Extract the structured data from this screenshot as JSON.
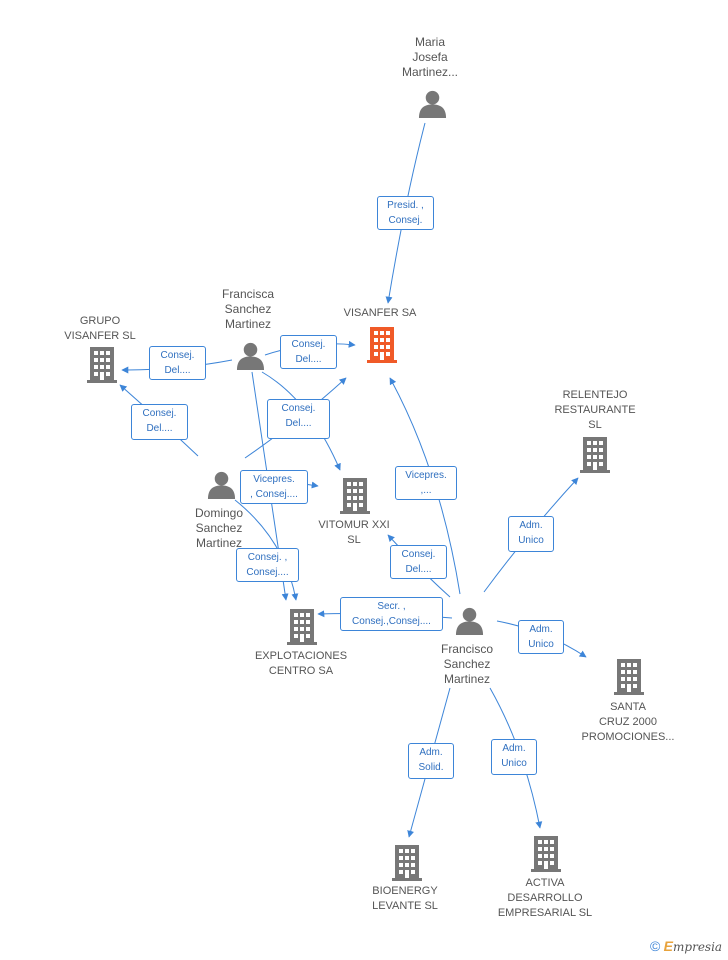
{
  "colors": {
    "edge": "#3d85d8",
    "node": "#777777",
    "focus": "#f05a28"
  },
  "nodes": {
    "maria": {
      "lines": [
        "Maria",
        "Josefa",
        "Martinez..."
      ],
      "type": "person-icon"
    },
    "francisca": {
      "lines": [
        "Francisca",
        "Sanchez",
        "Martinez"
      ],
      "type": "person-icon"
    },
    "domingo": {
      "lines": [
        "Domingo",
        "Sanchez",
        "Martinez"
      ],
      "type": "person-icon"
    },
    "francisco": {
      "lines": [
        "Francisco",
        "Sanchez",
        "Martinez"
      ],
      "type": "person-icon"
    },
    "visanfer": {
      "lines": [
        "VISANFER SA"
      ],
      "type": "building-icon"
    },
    "grupo": {
      "lines": [
        "GRUPO",
        "VISANFER SL"
      ],
      "type": "building-icon"
    },
    "vitomur": {
      "lines": [
        "VITOMUR XXI",
        "SL"
      ],
      "type": "building-icon"
    },
    "explotaciones": {
      "lines": [
        "EXPLOTACIONES",
        "CENTRO SA"
      ],
      "type": "building-icon"
    },
    "relentejo": {
      "lines": [
        "RELENTEJO",
        "RESTAURANTE",
        "SL"
      ],
      "type": "building-icon"
    },
    "santa": {
      "lines": [
        "SANTA",
        "CRUZ 2000",
        "PROMOCIONES..."
      ],
      "type": "building-icon"
    },
    "bioenergy": {
      "lines": [
        "BIOENERGY",
        "LEVANTE SL"
      ],
      "type": "building-icon"
    },
    "activa": {
      "lines": [
        "ACTIVA",
        "DESARROLLO",
        "EMPRESARIAL SL"
      ],
      "type": "building-icon"
    }
  },
  "edges": [
    {
      "id": "maria-visanfer",
      "lines": [
        "Presid. ,",
        "Consej."
      ]
    },
    {
      "id": "francisca-grupo",
      "lines": [
        "Consej.",
        "Del...."
      ]
    },
    {
      "id": "francisca-visanfer",
      "lines": [
        "Consej.",
        "Del...."
      ]
    },
    {
      "id": "francisca-vitomur",
      "lines": [
        "Consej.",
        "Del...."
      ]
    },
    {
      "id": "domingo-grupo",
      "lines": [
        "Consej.",
        "Del...."
      ]
    },
    {
      "id": "domingo-vitomur",
      "lines": [
        "Vicepres.",
        ", Consej...."
      ]
    },
    {
      "id": "domingo-explotaciones",
      "lines": [
        "Consej. ,",
        "Consej...."
      ]
    },
    {
      "id": "francisco-visanfer",
      "lines": [
        "Vicepres.",
        ",..."
      ]
    },
    {
      "id": "francisco-vitomur",
      "lines": [
        "Consej.",
        "Del...."
      ]
    },
    {
      "id": "francisco-explotaciones",
      "lines": [
        "Secr. ,",
        "Consej.,Consej...."
      ]
    },
    {
      "id": "francisco-relentejo",
      "lines": [
        "Adm.",
        "Unico"
      ]
    },
    {
      "id": "francisco-santa",
      "lines": [
        "Adm.",
        "Unico"
      ]
    },
    {
      "id": "francisco-bioenergy",
      "lines": [
        "Adm.",
        "Solid."
      ]
    },
    {
      "id": "francisco-activa",
      "lines": [
        "Adm.",
        "Unico"
      ]
    }
  ],
  "brand": {
    "copyright": "©",
    "name": "mpresia",
    "initial": "E"
  }
}
